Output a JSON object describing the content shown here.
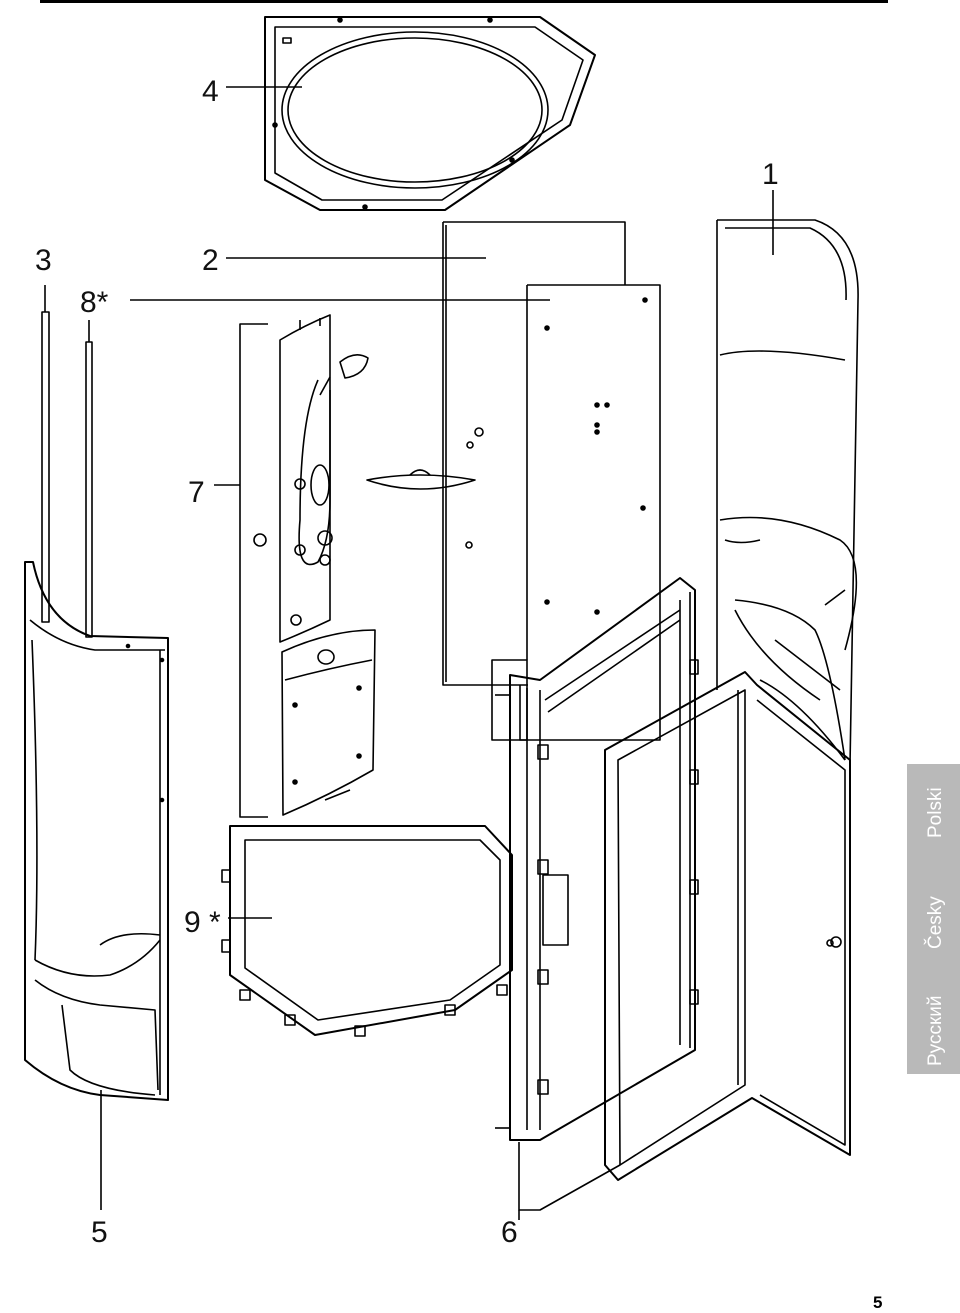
{
  "callouts": {
    "c1": "1",
    "c2": "2",
    "c3": "3",
    "c4": "4",
    "c5": "5",
    "c6": "6",
    "c7": "7",
    "c8": "8*",
    "c9": "9 *"
  },
  "language_tabs": [
    "Polski",
    "Česky",
    "Русский"
  ],
  "page_number": "5",
  "colors": {
    "line": "#000000",
    "tab_background": "#b9b9b9",
    "tab_text": "#ffffff"
  }
}
